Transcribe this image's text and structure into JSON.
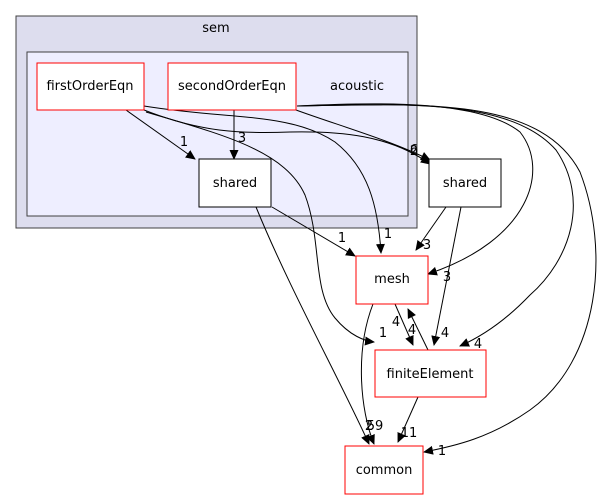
{
  "clusters": {
    "outer": {
      "label": "sem"
    },
    "inner": {
      "label": "acoustic"
    }
  },
  "nodes": {
    "firstOrderEqn": {
      "label": "firstOrderEqn"
    },
    "secondOrderEqn": {
      "label": "secondOrderEqn"
    },
    "sharedInner": {
      "label": "shared"
    },
    "sharedOuter": {
      "label": "shared"
    },
    "mesh": {
      "label": "mesh"
    },
    "finiteElement": {
      "label": "finiteElement"
    },
    "common": {
      "label": "common"
    }
  },
  "edges": [
    {
      "id": "firstOrderEqn-sharedInner",
      "from": "firstOrderEqn",
      "to": "sharedInner",
      "count": "1"
    },
    {
      "id": "firstOrderEqn-sharedOuter",
      "from": "firstOrderEqn",
      "to": "sharedOuter",
      "count": "2"
    },
    {
      "id": "firstOrderEqn-mesh",
      "from": "firstOrderEqn",
      "to": "mesh",
      "count": "1"
    },
    {
      "id": "firstOrderEqn-finiteElement",
      "from": "firstOrderEqn",
      "to": "finiteElement",
      "count": "1"
    },
    {
      "id": "secondOrderEqn-sharedInner",
      "from": "secondOrderEqn",
      "to": "sharedInner",
      "count": "3"
    },
    {
      "id": "secondOrderEqn-sharedOuter",
      "from": "secondOrderEqn",
      "to": "sharedOuter",
      "count": "6"
    },
    {
      "id": "secondOrderEqn-mesh",
      "from": "secondOrderEqn",
      "to": "mesh",
      "count": "3"
    },
    {
      "id": "secondOrderEqn-finiteElement",
      "from": "secondOrderEqn",
      "to": "finiteElement",
      "count": "4"
    },
    {
      "id": "secondOrderEqn-common",
      "from": "secondOrderEqn",
      "to": "common",
      "count": "1"
    },
    {
      "id": "sharedInner-mesh",
      "from": "sharedInner",
      "to": "mesh",
      "count": "1"
    },
    {
      "id": "sharedInner-common",
      "from": "sharedInner",
      "to": "common",
      "count": "2"
    },
    {
      "id": "sharedOuter-mesh",
      "from": "sharedOuter",
      "to": "mesh",
      "count": "3"
    },
    {
      "id": "sharedOuter-finiteElement",
      "from": "sharedOuter",
      "to": "finiteElement",
      "count": "4"
    },
    {
      "id": "mesh-finiteElement",
      "from": "mesh",
      "to": "finiteElement",
      "count": "4"
    },
    {
      "id": "mesh-common",
      "from": "mesh",
      "to": "common",
      "count": "59"
    },
    {
      "id": "finiteElement-mesh",
      "from": "finiteElement",
      "to": "mesh",
      "count": "4"
    },
    {
      "id": "finiteElement-common",
      "from": "finiteElement",
      "to": "common",
      "count": "11"
    }
  ],
  "colors": {
    "outer_cluster_fill": "#ddddee",
    "inner_cluster_fill": "#eeeeff",
    "cluster_border": "#404040",
    "node_border_red": "#ff0000",
    "node_border_black": "#000000",
    "edge": "#000000"
  }
}
